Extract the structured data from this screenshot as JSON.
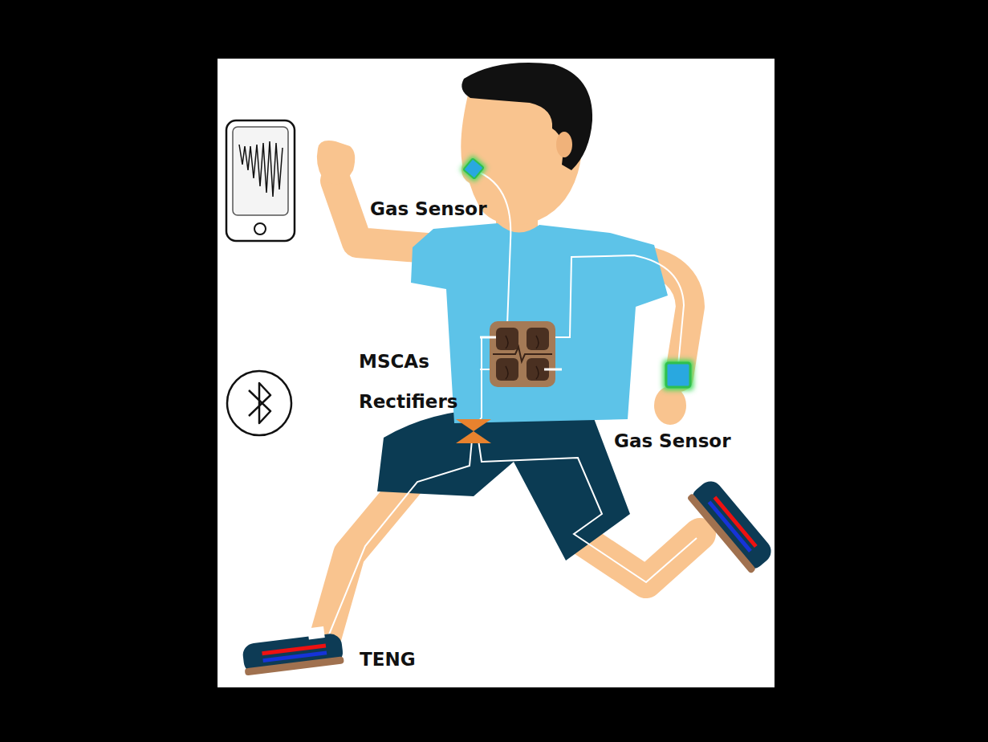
{
  "diagram": {
    "labels": [
      "Gas Sensor",
      "MSCAs",
      "Rectifiers",
      "Gas Sensor",
      "TENG"
    ]
  }
}
